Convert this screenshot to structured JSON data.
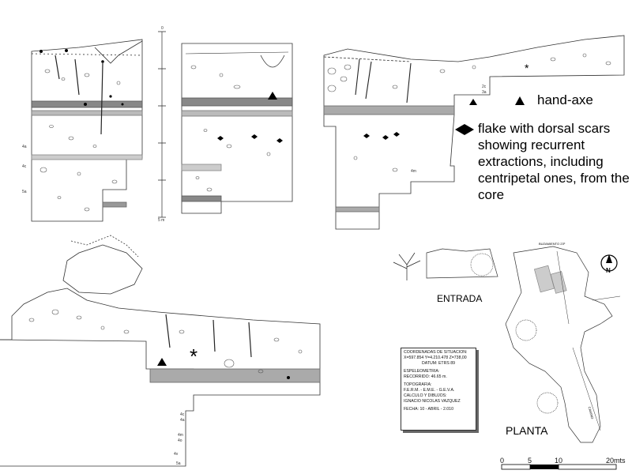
{
  "legend": {
    "hand_axe": "hand-axe",
    "flake": "flake with dorsal scars showing recurrent extractions, including centripetal ones, from the core"
  },
  "labels": {
    "entrada": "ENTRADA",
    "planta": "PLANTA",
    "north": "N",
    "buzamiento": "BUZAMIENTO 23º",
    "camino": "CAMINO"
  },
  "info_box": {
    "coord_title": "COORDENADAS DE SITUACION:",
    "coord_values": "X=597.854  Y=4.210.478  Z=738,00",
    "datum": "DATUM: ETRS 89",
    "espeleo": "ESPELEOMETRIA:",
    "recorrido": "RECORRIDO:  46.65 m.",
    "topo": "TOPOGRAFIA:",
    "topo_val": "F.E.R.M. - E.M.E. - G.E.V.A.",
    "calc": "CALCULO Y DIBUJOS:",
    "author": "IGNACIO NICOLAS VAZQUEZ",
    "fecha": "FECHA:     10 - ABRIL - 2.010"
  },
  "scale": {
    "ticks": [
      "0",
      "5",
      "10",
      "20mts"
    ]
  },
  "depth_scale": {
    "top": "0",
    "bottom": "5 m"
  },
  "levels": {
    "left_profile": [
      "4a",
      "4c",
      "5a"
    ],
    "bottom_section": [
      "4c",
      "4a",
      "4m",
      "4o",
      "4v",
      "5a"
    ],
    "top_right": [
      "2c",
      "3a",
      "4m"
    ]
  }
}
